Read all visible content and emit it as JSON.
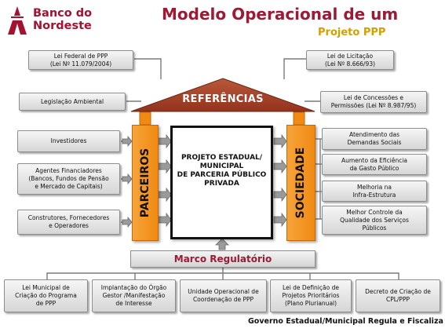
{
  "logo": {
    "line1": "Banco do",
    "line2": "Nordeste"
  },
  "title": {
    "main": "Modelo Operacional  de um",
    "sub": "Projeto PPP"
  },
  "roof_label": "REFERÊNCIAS",
  "left_pillar_label": "PARCEIROS",
  "right_pillar_label": "SOCIEDADE",
  "center_label": "PROJETO ESTADUAL/\nMUNICIPAL\nDE PARCERIA PÚBLICO\nPRIVADA",
  "marco_label": "Marco Regulatório",
  "top_left_boxes": [
    "Lei Federal de PPP\n(Lei Nº 11.079/2004)",
    "Legislação Ambiental"
  ],
  "top_right_boxes": [
    "Lei de Licitação\n(Lei Nº 8.666/93)",
    "Lei de Concessões e\nPermissões (Lei Nº 8.987/95)"
  ],
  "left_boxes": [
    "Investidores",
    "Agentes Financiadores\n(Bancos, Fundos de Pensão\ne Mercado de Capitais)",
    "Construtores, Fornecedores\ne Operadores"
  ],
  "right_boxes": [
    "Atendimento das\nDemandas Sociais",
    "Aumento da Eficiência\nda Gasto Público",
    "Melhoria na\nInfra-Estrutura",
    "Melhor Controle da\nQualidade dos Serviços\nPúblicos"
  ],
  "bottom_boxes": [
    "Lei Municipal de\nCriação do Programa\nde PPP",
    "Implantação do Órgão\nGestor /Manifestação\nde Interesse",
    "Unidade Operacional de\nCoordenação de PPP",
    "Lei de Definição de\nProjetos Prioritários\n(Plano Plurianual)",
    "Decreto de Criação de\nCPL/PPP"
  ],
  "footer": "Governo Estadual/Municipal Regula e Fiscaliza",
  "colors": {
    "brand": "#a3122f",
    "accent": "#d4a000",
    "pillar": "#f08a12",
    "roof": "#a8452a"
  }
}
